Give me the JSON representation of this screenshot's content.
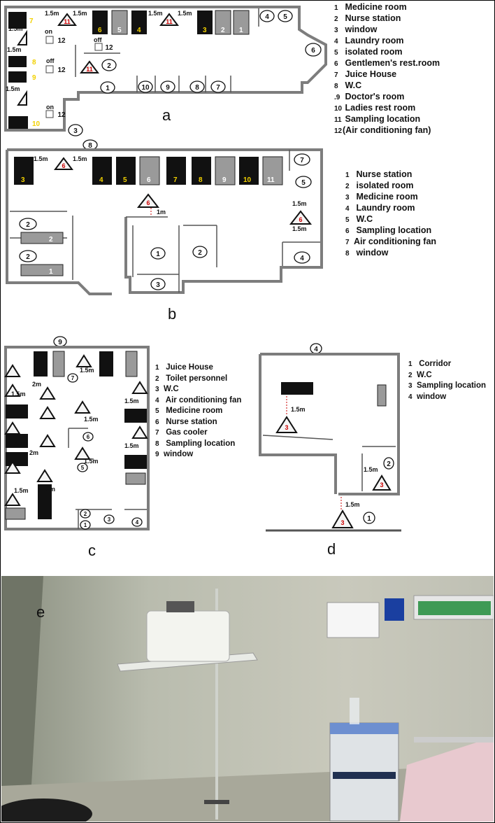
{
  "panels": {
    "a": {
      "label": "a",
      "legend": [
        "Medicine room",
        "Nurse station",
        "window",
        "Laundry room",
        "isolated room",
        "Gentlemen's rest.room",
        "Juice House",
        "W.C",
        "Doctor's room",
        "Ladies rest room",
        "Sampling location",
        "(Air conditioning fan)"
      ],
      "dims": [
        "1.5m",
        "1.5m",
        "1.5m",
        "1.5m",
        "1.5m",
        "1.5m",
        "1.5m"
      ],
      "fan_states": [
        "on",
        "off",
        "off",
        "on"
      ],
      "fan_num": "12"
    },
    "b": {
      "label": "b",
      "legend": [
        "Nurse station",
        "isolated room",
        "Medicine room",
        "Laundry room",
        "W.C",
        "Sampling location",
        "Air conditioning fan",
        "window"
      ],
      "dims": [
        "1.5m",
        "1.5m",
        "1m",
        "1.5m",
        "1.5m"
      ]
    },
    "c": {
      "label": "c",
      "legend": [
        "Juice House",
        "Toilet personnel",
        "W.C",
        "Air conditioning fan",
        "Medicine room",
        "Nurse station",
        "Gas cooler",
        "Sampling location",
        "window"
      ],
      "dims": [
        "1.5m",
        "2m",
        "1.5m",
        "1.5m",
        "1.5m",
        "2m",
        "1.5m",
        "1.5m",
        "2m",
        "1.5m",
        "1.5m"
      ]
    },
    "d": {
      "label": "d",
      "legend": [
        "Corridor",
        "W.C",
        "Sampling location",
        "window"
      ],
      "dims": [
        "1.5m",
        "1.5m",
        "1.5m"
      ]
    },
    "e": {
      "label": "e"
    }
  },
  "colors": {
    "wall": "#7d7d7d",
    "marker_number": "#cc0000",
    "bed_number": "#f2d100"
  }
}
